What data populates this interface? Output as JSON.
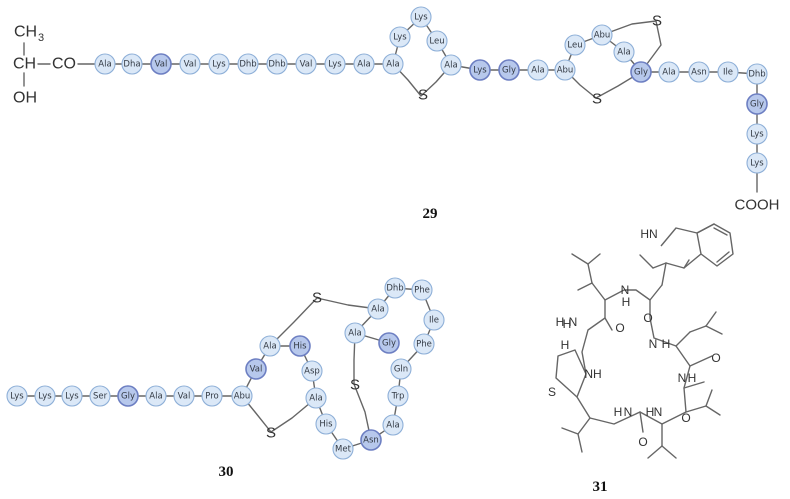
{
  "colors": {
    "residue_fill": "#dbe8f7",
    "residue_stroke": "#8fb0d8",
    "highlight_fill": "#b7c8ec",
    "highlight_stroke": "#6d7fc2",
    "bond": "#666666",
    "text": "#333a44"
  },
  "compound29": {
    "label": "29",
    "nterm": {
      "ch3": "CH",
      "ch3_sub": "3",
      "ch": "CH",
      "co": "CO",
      "oh": "OH"
    },
    "cterm": "COOH",
    "residues": [
      {
        "label": "Ala",
        "hl": false
      },
      {
        "label": "Dha",
        "hl": false
      },
      {
        "label": "Val",
        "hl": true
      },
      {
        "label": "Val",
        "hl": false
      },
      {
        "label": "Lys",
        "hl": false
      },
      {
        "label": "Dhb",
        "hl": false
      },
      {
        "label": "Dhb",
        "hl": false
      },
      {
        "label": "Val",
        "hl": false
      },
      {
        "label": "Lys",
        "hl": false
      },
      {
        "label": "Ala",
        "hl": false
      },
      {
        "label": "Ala",
        "hl": false
      },
      {
        "label": "Lys",
        "hl": false
      },
      {
        "label": "Lys",
        "hl": false
      },
      {
        "label": "Leu",
        "hl": false
      },
      {
        "label": "Ala",
        "hl": false
      },
      {
        "label": "Lys",
        "hl": true
      },
      {
        "label": "Gly",
        "hl": true
      },
      {
        "label": "Ala",
        "hl": false
      },
      {
        "label": "Abu",
        "hl": false
      },
      {
        "label": "Leu",
        "hl": false
      },
      {
        "label": "Abu",
        "hl": false
      },
      {
        "label": "Ala",
        "hl": false
      },
      {
        "label": "Gly",
        "hl": true
      },
      {
        "label": "Ala",
        "hl": false
      },
      {
        "label": "Asn",
        "hl": false
      },
      {
        "label": "Ile",
        "hl": false
      },
      {
        "label": "Dhb",
        "hl": false
      },
      {
        "label": "Gly",
        "hl": true
      },
      {
        "label": "Lys",
        "hl": false
      },
      {
        "label": "Lys",
        "hl": false
      }
    ],
    "sulfurs": [
      "S",
      "S",
      "S"
    ]
  },
  "compound30": {
    "label": "30",
    "residues": [
      {
        "label": "Lys",
        "hl": false
      },
      {
        "label": "Lys",
        "hl": false
      },
      {
        "label": "Lys",
        "hl": false
      },
      {
        "label": "Ser",
        "hl": false
      },
      {
        "label": "Gly",
        "hl": true
      },
      {
        "label": "Ala",
        "hl": false
      },
      {
        "label": "Val",
        "hl": false
      },
      {
        "label": "Pro",
        "hl": false
      },
      {
        "label": "Abu",
        "hl": false
      },
      {
        "label": "Val",
        "hl": true
      },
      {
        "label": "Ala",
        "hl": false
      },
      {
        "label": "His",
        "hl": true
      },
      {
        "label": "Asp",
        "hl": false
      },
      {
        "label": "Ala",
        "hl": false
      },
      {
        "label": "His",
        "hl": false
      },
      {
        "label": "Met",
        "hl": false
      },
      {
        "label": "Asn",
        "hl": true
      },
      {
        "label": "Ala",
        "hl": false
      },
      {
        "label": "Trp",
        "hl": false
      },
      {
        "label": "Gln",
        "hl": false
      },
      {
        "label": "Phe",
        "hl": false
      },
      {
        "label": "Ile",
        "hl": false
      },
      {
        "label": "Phe",
        "hl": false
      },
      {
        "label": "Dhb",
        "hl": false
      },
      {
        "label": "Ala",
        "hl": false
      },
      {
        "label": "Ala",
        "hl": false
      },
      {
        "label": "Gly",
        "hl": true
      }
    ],
    "sulfurs": [
      "S",
      "S",
      "S"
    ]
  },
  "compound31": {
    "label": "31",
    "atoms": [
      "HN",
      "N",
      "H",
      "O",
      "O",
      "N",
      "H",
      "N",
      "H",
      "O",
      "H",
      "N",
      "H",
      "S",
      "NH",
      "N",
      "H",
      "O",
      "N",
      "H",
      "O",
      "H"
    ]
  }
}
